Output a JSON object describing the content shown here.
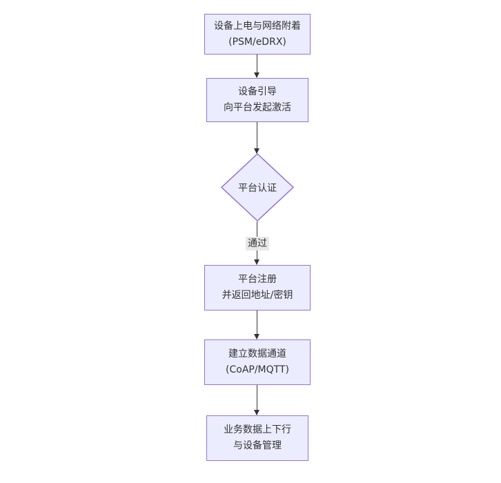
{
  "diagram": {
    "type": "flowchart",
    "direction": "top-down",
    "colors": {
      "node_fill": "#ECECFF",
      "node_border": "#9370DB",
      "text": "#333333",
      "arrow": "#333333",
      "edge_label_bg": "#e8e8e8"
    },
    "nodes": {
      "power_attach": {
        "shape": "rect",
        "line1": "设备上电与网络附着",
        "line2": "(PSM/eDRX)"
      },
      "bootstrap": {
        "shape": "rect",
        "line1": "设备引导",
        "line2": "向平台发起激活"
      },
      "platform_auth": {
        "shape": "diamond",
        "label": "平台认证"
      },
      "platform_register": {
        "shape": "rect",
        "line1": "平台注册",
        "line2": "并返回地址/密钥"
      },
      "data_channel": {
        "shape": "rect",
        "line1": "建立数据通道",
        "line2": "(CoAP/MQTT)"
      },
      "business_data": {
        "shape": "rect",
        "line1": "业务数据上下行",
        "line2": "与设备管理"
      }
    },
    "edges": [
      {
        "from": "power_attach",
        "to": "bootstrap",
        "label": ""
      },
      {
        "from": "bootstrap",
        "to": "platform_auth",
        "label": ""
      },
      {
        "from": "platform_auth",
        "to": "platform_register",
        "label": "通过"
      },
      {
        "from": "platform_register",
        "to": "data_channel",
        "label": ""
      },
      {
        "from": "data_channel",
        "to": "business_data",
        "label": ""
      }
    ],
    "edge_labels": {
      "auth_pass": "通过"
    }
  }
}
